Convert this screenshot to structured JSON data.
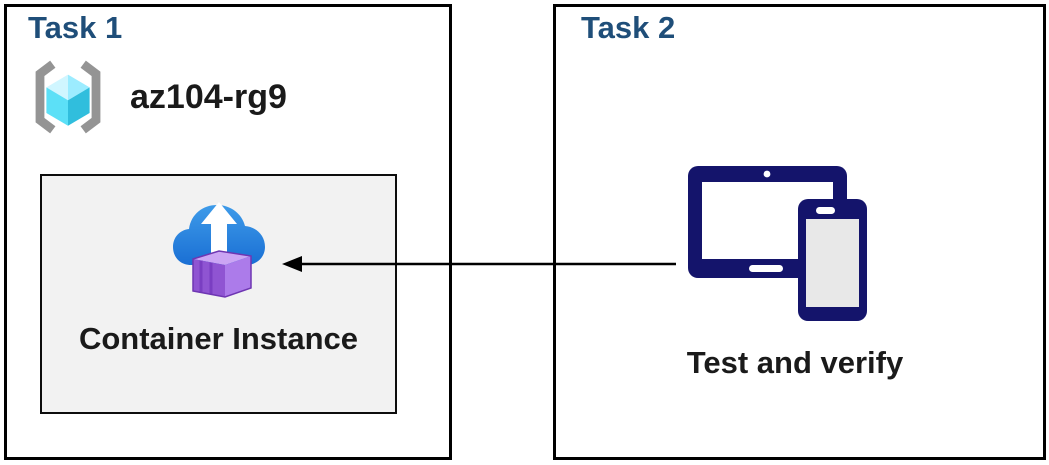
{
  "diagram": {
    "task1": {
      "title": "Task 1",
      "resource_group_name": "az104-rg9",
      "container_instance_label": "Container Instance"
    },
    "task2": {
      "title": "Task 2",
      "devices_label": "Test and verify"
    },
    "connector": {
      "type": "arrow",
      "from": "task2-devices",
      "to": "container-instance",
      "direction": "right-to-left"
    }
  },
  "icons": {
    "resource_group": "resource-group-icon",
    "container_instance": "container-instances-icon",
    "devices": "tablet-and-phone-icon"
  },
  "colors": {
    "heading-blue": "#1F4E79",
    "device-navy": "#14146B",
    "box-border": "#000000",
    "ci-box-fill": "#F2F2F2",
    "text-black": "#1A1A1A",
    "cloud-blue-light": "#3E9BE9",
    "cloud-blue-dark": "#1A6FD4",
    "container-purple-front": "#8F54D2",
    "container-purple-side": "#AC7BEA",
    "container-purple-top": "#CBA5F4",
    "cube-cyan-light": "#D0F6FF",
    "cube-cyan-mid": "#9CECFF",
    "cube-cyan": "#5CE0F7",
    "cube-teal-dark": "#30BEDD",
    "bracket-gray": "#949494"
  }
}
